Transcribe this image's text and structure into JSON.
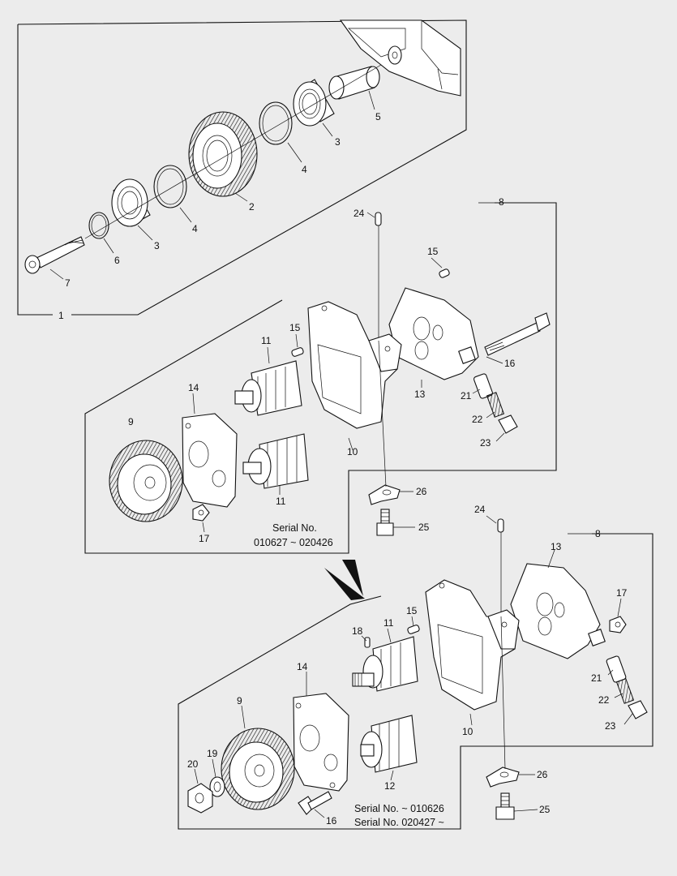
{
  "labels": {
    "p1": "1",
    "p2": "2",
    "p3a": "3",
    "p3b": "3",
    "p4a": "4",
    "p4b": "4",
    "p5": "5",
    "p6": "6",
    "p7": "7",
    "p8a": "8",
    "p9a": "9",
    "p10a": "10",
    "p11a": "11",
    "p11b": "11",
    "p13a": "13",
    "p14a": "14",
    "p15a": "15",
    "p15b": "15",
    "p16a": "16",
    "p17a": "17",
    "p21a": "21",
    "p22a": "22",
    "p23a": "23",
    "p24a": "24",
    "p25a": "25",
    "p26a": "26",
    "p8b": "8",
    "p9b": "9",
    "p10b": "10",
    "p11c": "11",
    "p12": "12",
    "p13b": "13",
    "p14b": "14",
    "p15c": "15",
    "p16b": "16",
    "p17b": "17",
    "p18": "18",
    "p19": "19",
    "p20": "20",
    "p21b": "21",
    "p22b": "22",
    "p23b": "23",
    "p24b": "24",
    "p25b": "25",
    "p26b": "26"
  },
  "notes": {
    "upper_serial_line1": "Serial No.",
    "upper_serial_line2": "010627 ~ 020426",
    "lower_serial_line1": "Serial No. ~ 010626",
    "lower_serial_line2": "Serial No. 020427 ~"
  }
}
